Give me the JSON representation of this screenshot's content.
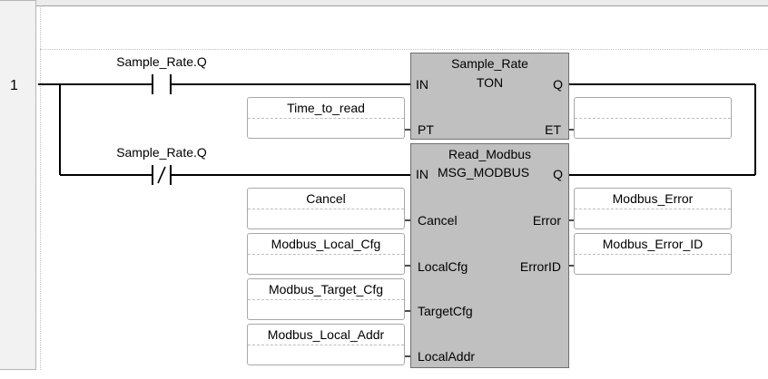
{
  "rung": {
    "number": "1"
  },
  "contacts": [
    {
      "label": "Sample_Rate.Q",
      "kind": "normally-open"
    },
    {
      "label": "Sample_Rate.Q",
      "kind": "normally-closed"
    }
  ],
  "ton_block": {
    "instance": "Sample_Rate",
    "type": "TON",
    "inputs": {
      "in": "IN",
      "pt": "PT"
    },
    "outputs": {
      "q": "Q",
      "et": "ET"
    },
    "pt_var": "Time_to_read",
    "et_var": ""
  },
  "msg_block": {
    "instance": "Read_Modbus",
    "type": "MSG_MODBUS",
    "inputs": {
      "in": "IN",
      "cancel": "Cancel",
      "localcfg": "LocalCfg",
      "targetcfg": "TargetCfg",
      "localaddr": "LocalAddr"
    },
    "outputs": {
      "q": "Q",
      "error": "Error",
      "errorid": "ErrorID"
    },
    "vars": {
      "cancel": "Cancel",
      "localcfg": "Modbus_Local_Cfg",
      "targetcfg": "Modbus_Target_Cfg",
      "localaddr": "Modbus_Local_Addr",
      "error": "Modbus_Error",
      "errorid": "Modbus_Error_ID"
    }
  }
}
